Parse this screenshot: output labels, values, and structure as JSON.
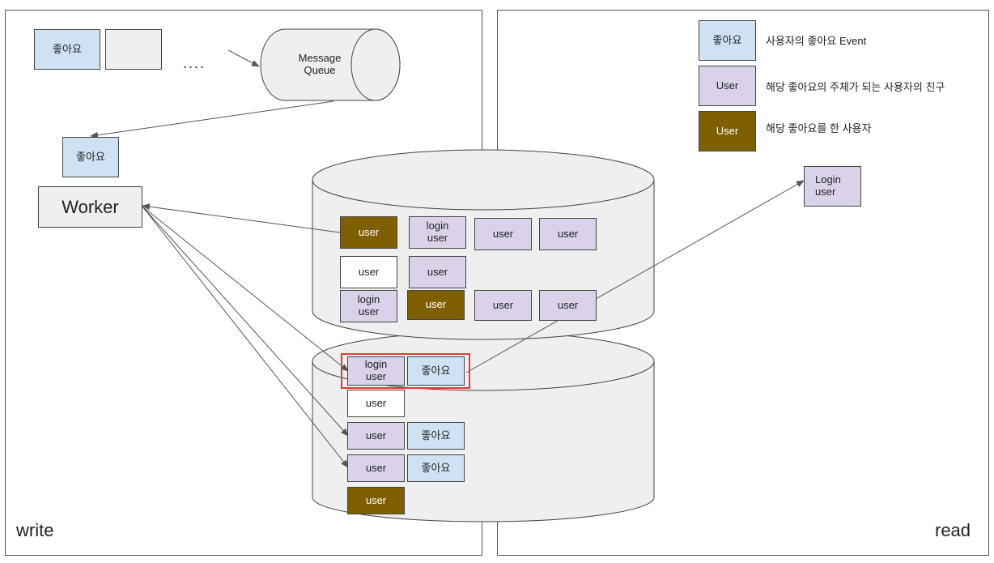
{
  "write_panel": {
    "label": "write",
    "event_box_1": "좋아요",
    "ellipsis": "....",
    "message_queue": "Message\nQueue",
    "event_box_worker": "좋아요",
    "worker": "Worker"
  },
  "read_panel": {
    "label": "read",
    "login_user": "Login\nuser"
  },
  "legend": [
    {
      "box": "좋아요",
      "text": "사용자의 좋아요 Event"
    },
    {
      "box": "User",
      "text": "해당 좋아요의 주체가 되는 사용자의 친구"
    },
    {
      "box": "User",
      "text": "해당 좋아요를 한 사용자"
    }
  ],
  "top_db": {
    "row1": [
      "user",
      "login\nuser",
      "user",
      "user"
    ],
    "row2": [
      "user",
      "user"
    ],
    "row3": [
      "login\nuser",
      "user",
      "user",
      "user"
    ]
  },
  "bottom_db": {
    "row1": [
      "login\nuser",
      "좋아요"
    ],
    "row2": [
      "user"
    ],
    "row3": [
      "user",
      "좋아요"
    ],
    "row4": [
      "user",
      "좋아요"
    ],
    "row5": [
      "user"
    ]
  },
  "colors": {
    "event": "#cfe2f3",
    "friend": "#d9d2e9",
    "liker": "#7f6000",
    "highlight": "#e53935"
  }
}
